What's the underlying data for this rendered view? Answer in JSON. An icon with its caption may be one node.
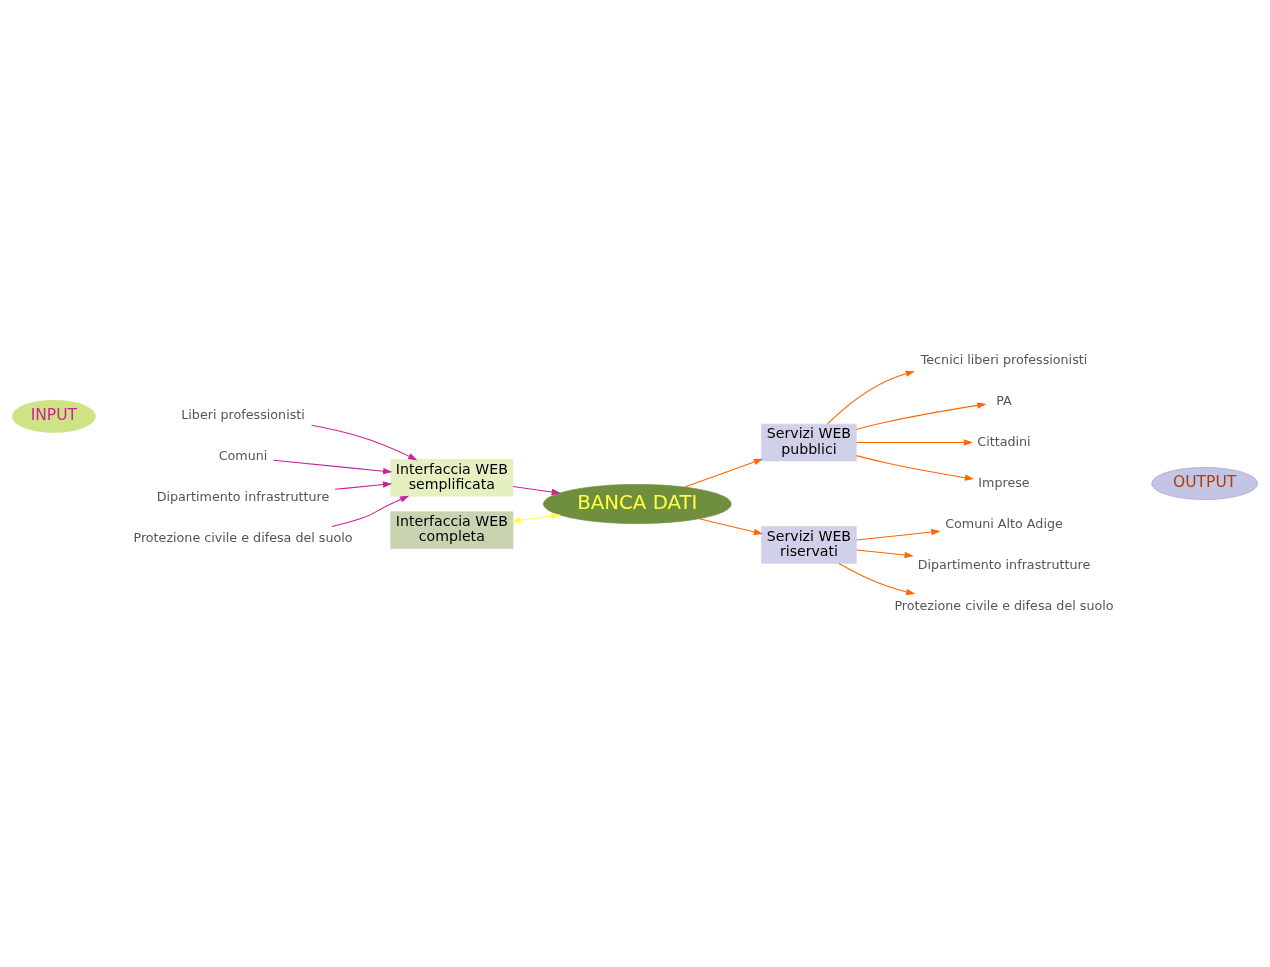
{
  "diagram": {
    "nodes": [
      {
        "text": [
          "INPUT"
        ]
      },
      {
        "text": [
          "OUTPUT"
        ]
      },
      {
        "text": [
          "Liberi professionisti"
        ]
      },
      {
        "text": [
          "Comuni"
        ]
      },
      {
        "text": [
          "Interfaccia WEB",
          "semplificata"
        ]
      },
      {
        "text": [
          "BANCA DATI"
        ]
      },
      {
        "text": [
          "Dipartimento infrastrutture"
        ]
      },
      {
        "text": [
          "Protezione civile e difesa del suolo"
        ]
      },
      {
        "text": [
          "Interfaccia WEB",
          "completa"
        ]
      },
      {
        "text": [
          "Tecnici liberi professionisti"
        ]
      },
      {
        "text": [
          "Servizi WEB",
          "pubblici"
        ]
      },
      {
        "text": [
          "PA"
        ]
      },
      {
        "text": [
          "Cittadini"
        ]
      },
      {
        "text": [
          "Imprese"
        ]
      },
      {
        "text": [
          "Servizi WEB",
          "riservati"
        ]
      },
      {
        "text": [
          "Comuni Alto Adige"
        ]
      },
      {
        "text": [
          "Dipartimento infrastrutture"
        ]
      },
      {
        "text": [
          "Protezione civile e difesa del suolo"
        ]
      }
    ],
    "edges": [
      {
        "from": 2,
        "to": 4,
        "arrow": "to",
        "color": "#cc2299"
      },
      {
        "from": 3,
        "to": 4,
        "arrow": "to",
        "color": "#cc2299"
      },
      {
        "from": 6,
        "to": 4,
        "arrow": "to",
        "color": "#cc2299"
      },
      {
        "from": 7,
        "to": 4,
        "arrow": "to",
        "color": "#cc2299"
      },
      {
        "from": 4,
        "to": 5,
        "arrow": "to",
        "color": "#cc2299"
      },
      {
        "from": 8,
        "to": 5,
        "arrow": "both",
        "color": "#ffff44"
      },
      {
        "from": 5,
        "to": 10,
        "arrow": "to"
      },
      {
        "from": 5,
        "to": 14,
        "arrow": "to"
      },
      {
        "from": 10,
        "to": 9,
        "arrow": "to"
      },
      {
        "from": 10,
        "to": 11,
        "arrow": "to"
      },
      {
        "from": 10,
        "to": 12,
        "arrow": "to"
      },
      {
        "from": 10,
        "to": 13,
        "arrow": "to"
      },
      {
        "from": 14,
        "to": 15,
        "arrow": "to"
      },
      {
        "from": 14,
        "to": 16,
        "arrow": "to"
      },
      {
        "from": 14,
        "to": 17,
        "arrow": "to"
      }
    ]
  }
}
